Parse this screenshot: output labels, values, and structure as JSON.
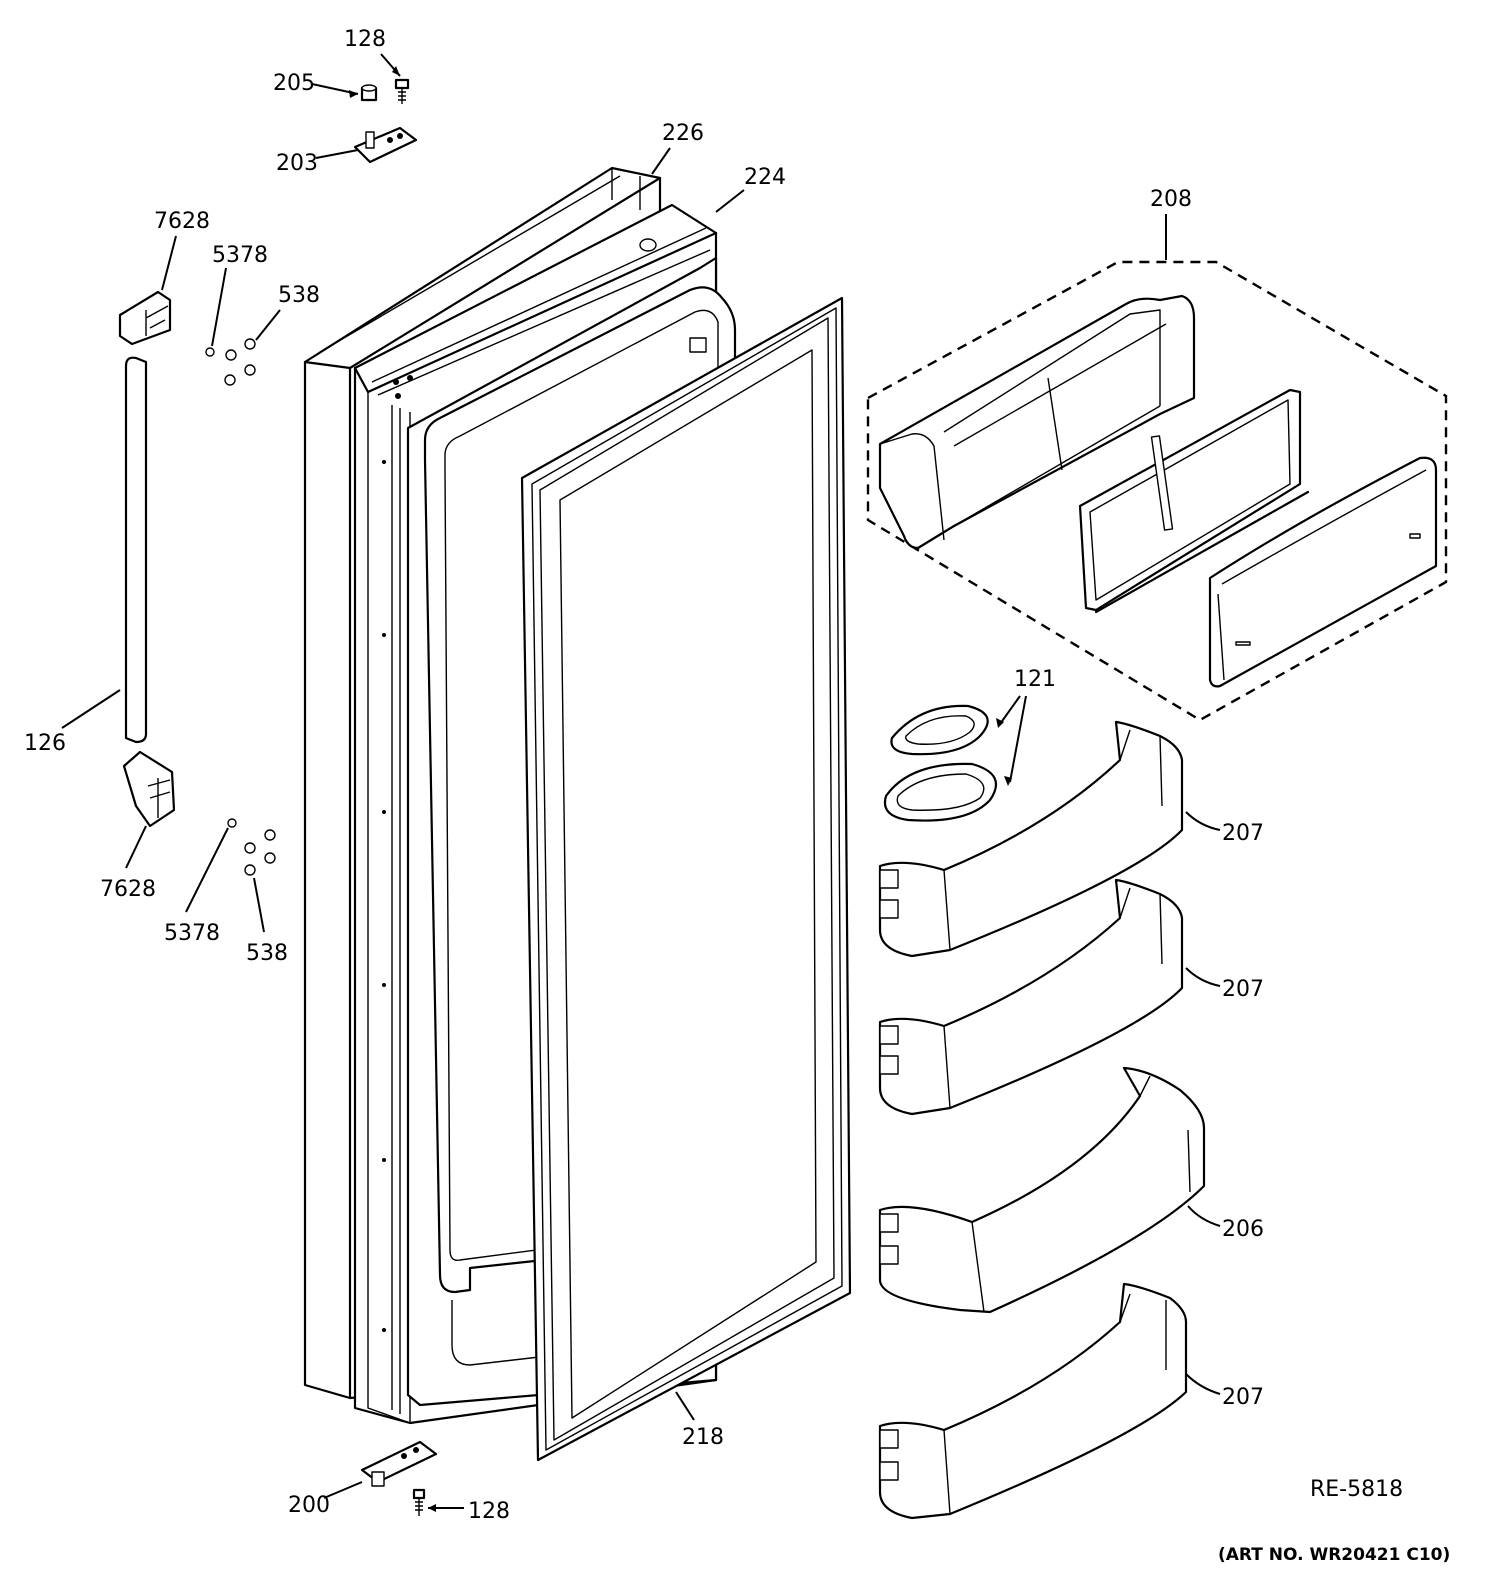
{
  "labels": {
    "l128_top": "128",
    "l205": "205",
    "l203": "203",
    "l226": "226",
    "l224": "224",
    "l208": "208",
    "l7628_top": "7628",
    "l5378_top": "5378",
    "l538_top": "538",
    "l126": "126",
    "l7628_bot": "7628",
    "l5378_bot": "5378",
    "l538_bot": "538",
    "l121": "121",
    "l207_a": "207",
    "l207_b": "207",
    "l206": "206",
    "l207_c": "207",
    "l218": "218",
    "l200": "200",
    "l128_bot": "128"
  },
  "ref_code": "RE-5818",
  "art_number": "(ART NO. WR20421 C10)",
  "colors": {
    "ink": "#000000",
    "paper": "#ffffff"
  }
}
